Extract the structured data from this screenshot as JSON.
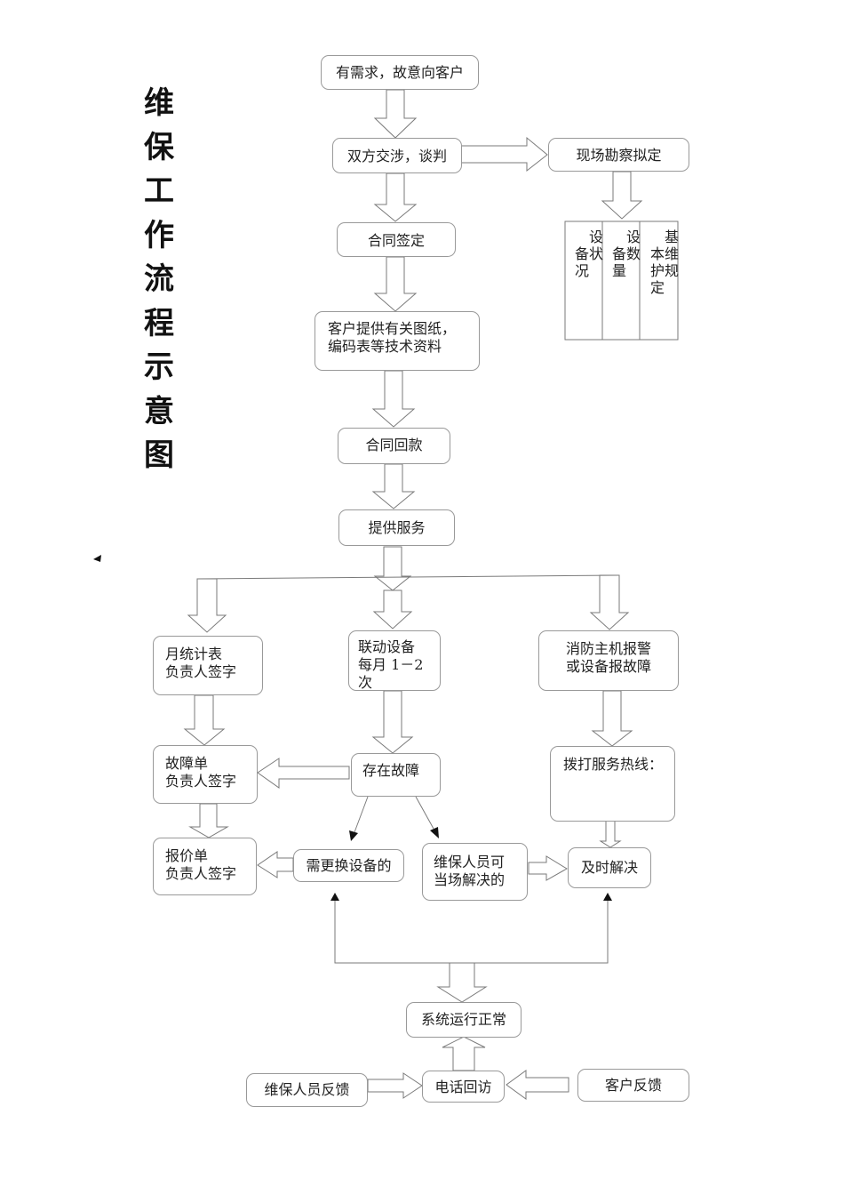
{
  "title": "维保工作流程示意图",
  "nodes": {
    "intent": "有需求，故意向客户",
    "negotiate": "双方交涉，谈判",
    "survey": "现场勘察拟定",
    "survey_col1": "设备状况",
    "survey_col2": "设备数量",
    "survey_col3": "基本维护规定",
    "contract": "合同签定",
    "docs_line1": "客户提供有关图纸，",
    "docs_line2": "编码表等技术资料",
    "payment": "合同回款",
    "service": "提供服务",
    "monthly_line1": "月统计表",
    "monthly_line2": "负责人签字",
    "linkage_line1": "联动设备",
    "linkage_line2": "每月 1－2",
    "linkage_line3": "次",
    "alarm_line1": "消防主机报警",
    "alarm_line2": "或设备报故障",
    "fault_form_line1": "故障单",
    "fault_form_line2": "负责人签字",
    "has_fault": "存在故障",
    "hotline": "拨打服务热线：",
    "quote_line1": "报价单",
    "quote_line2": "负责人签字",
    "replace": "需更换设备的",
    "onsite_line1": "维保人员可",
    "onsite_line2": "当场解决的",
    "resolve": "及时解决",
    "normal": "系统运行正常",
    "staff_feedback": "维保人员反馈",
    "phone_visit": "电话回访",
    "customer_feedback": "客户反馈"
  },
  "colors": {
    "line": "#7a7a7a",
    "border": "#999999",
    "text": "#222222"
  }
}
